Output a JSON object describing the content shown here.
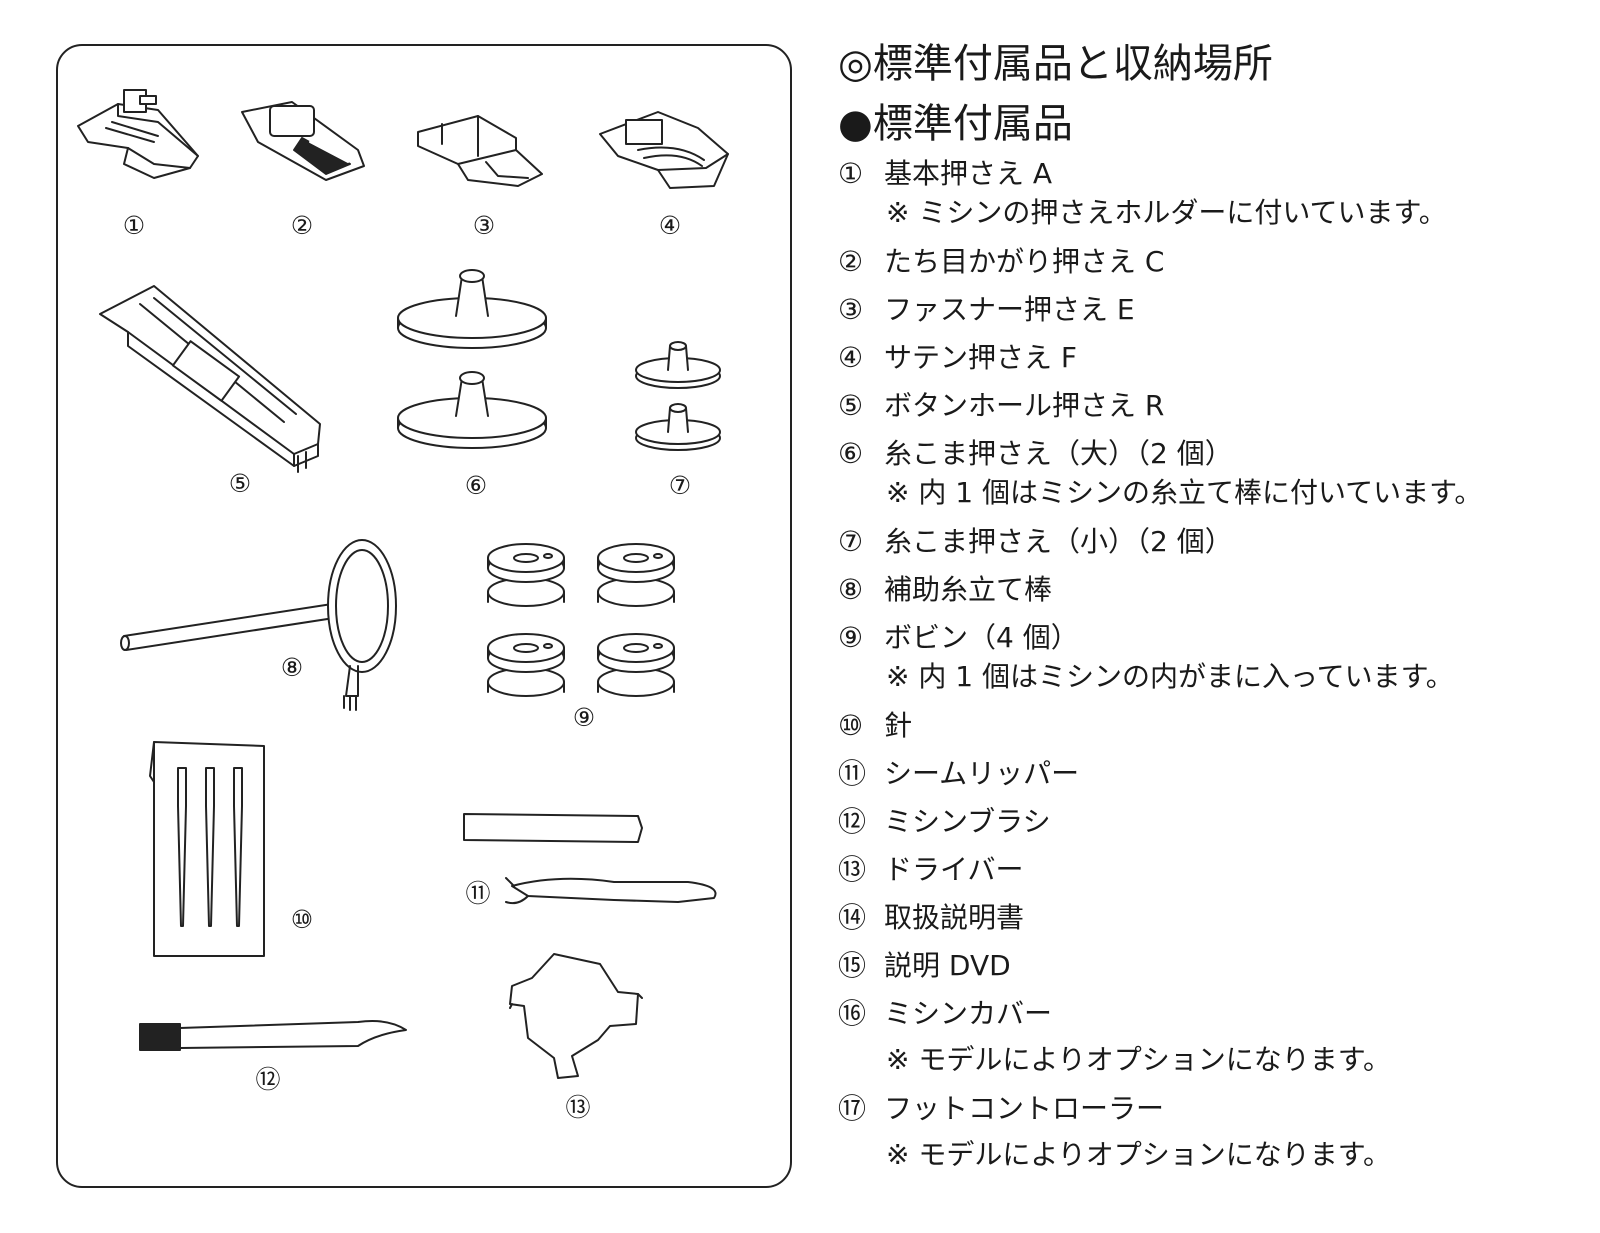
{
  "headings": {
    "title": "◎標準付属品と収納場所",
    "subtitle": "●標準付属品"
  },
  "figure": {
    "captions": [
      "①",
      "②",
      "③",
      "④",
      "⑤",
      "⑥",
      "⑦",
      "⑧",
      "⑨",
      "⑩",
      "⑪",
      "⑫",
      "⑬"
    ]
  },
  "accessories": [
    {
      "num": "①",
      "label": "基本押さえ A",
      "note": "※ ミシンの押さえホルダーに付いています。"
    },
    {
      "num": "②",
      "label": "たち目かがり押さえ C"
    },
    {
      "num": "③",
      "label": "ファスナー押さえ E"
    },
    {
      "num": "④",
      "label": "サテン押さえ F"
    },
    {
      "num": "⑤",
      "label": "ボタンホール押さえ R"
    },
    {
      "num": "⑥",
      "label": "糸こま押さえ（大）（2 個）",
      "note": "※ 内 1 個はミシンの糸立て棒に付いています。"
    },
    {
      "num": "⑦",
      "label": "糸こま押さえ（小）（2 個）"
    },
    {
      "num": "⑧",
      "label": "補助糸立て棒"
    },
    {
      "num": "⑨",
      "label": "ボビン（4 個）",
      "note": "※ 内 1 個はミシンの内がまに入っています。"
    },
    {
      "num": "⑩",
      "label": "針"
    },
    {
      "num": "⑪",
      "label": "シームリッパー"
    },
    {
      "num": "⑫",
      "label": "ミシンブラシ"
    },
    {
      "num": "⑬",
      "label": "ドライバー"
    },
    {
      "num": "⑭",
      "label": "取扱説明書"
    },
    {
      "num": "⑮",
      "label": "説明 DVD"
    },
    {
      "num": "⑯",
      "label": "ミシンカバー",
      "note": "※ モデルによりオプションになります。"
    },
    {
      "num": "⑰",
      "label": "フットコントローラー",
      "note": "※ モデルによりオプションになります。"
    }
  ]
}
